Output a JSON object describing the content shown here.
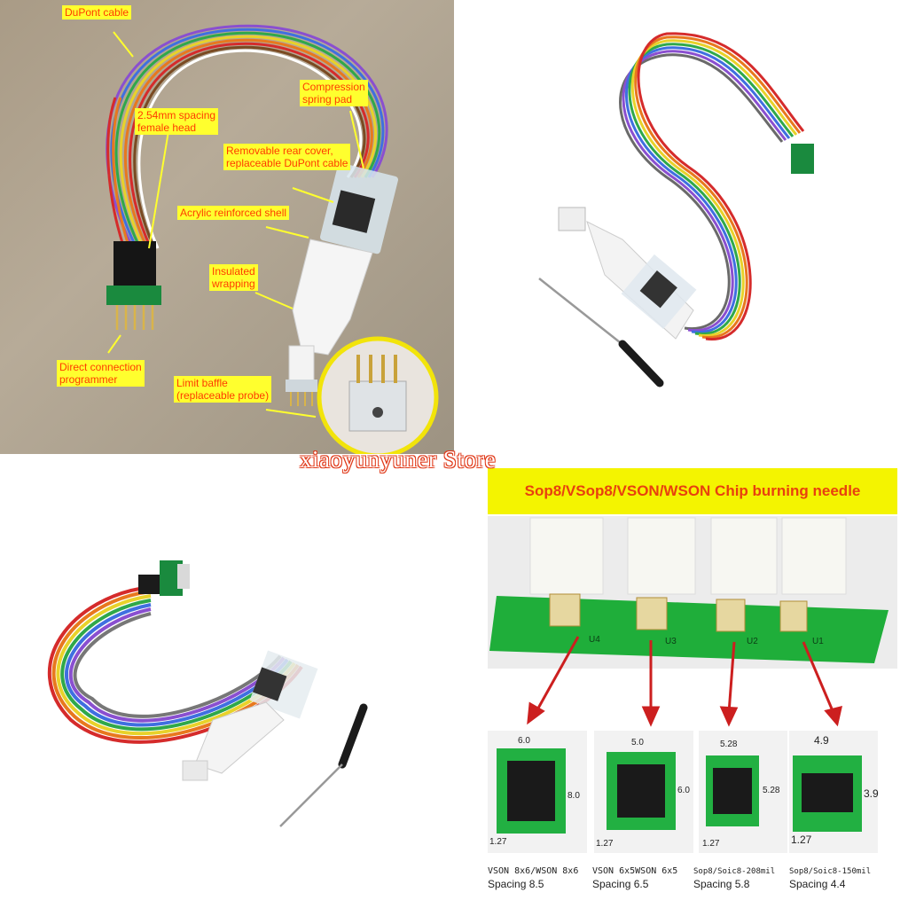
{
  "watermark": "xiaoyunyuner Store",
  "annotated_photo": {
    "callouts": [
      {
        "text": "DuPont cable"
      },
      {
        "text": "Compression\nspring pad"
      },
      {
        "text": "2.54mm spacing\nfemale head"
      },
      {
        "text": "Removable rear cover,\nreplaceable DuPont cable"
      },
      {
        "text": "Acrylic reinforced shell"
      },
      {
        "text": "Insulated\nwrapping"
      },
      {
        "text": "Direct connection\nprogrammer"
      },
      {
        "text": "Limit baffle\n(replaceable probe)"
      }
    ]
  },
  "chip_panel": {
    "banner": "Sop8/VSop8/VSON/WSON Chip burning needle",
    "board_labels": [
      "U4",
      "U3",
      "U2",
      "U1"
    ],
    "chips": [
      {
        "top_dim": "6.0",
        "side_dim": "8.0",
        "pin_pitch": "1.27",
        "package": "VSON 8x6/WSON 8x6",
        "spacing": "Spacing 8.5"
      },
      {
        "top_dim": "5.0",
        "side_dim": "6.0",
        "pin_pitch": "1.27",
        "package": "VSON 6x5WSON 6x5",
        "spacing": "Spacing 6.5"
      },
      {
        "top_dim": "5.28",
        "side_dim": "5.28",
        "pin_pitch": "1.27",
        "package": "Sop8/Soic8-208mil",
        "spacing": "Spacing 5.8"
      },
      {
        "top_dim": "4.9",
        "side_dim": "3.9",
        "pin_pitch": "1.27",
        "package": "Sop8/Soic8-150mil",
        "spacing": "Spacing 4.4"
      }
    ]
  },
  "colors": {
    "callout_bg": "#ffff2e",
    "callout_text": "#ff3b00",
    "banner_bg": "#f4f400",
    "pcb_green": "#1fae3a"
  }
}
